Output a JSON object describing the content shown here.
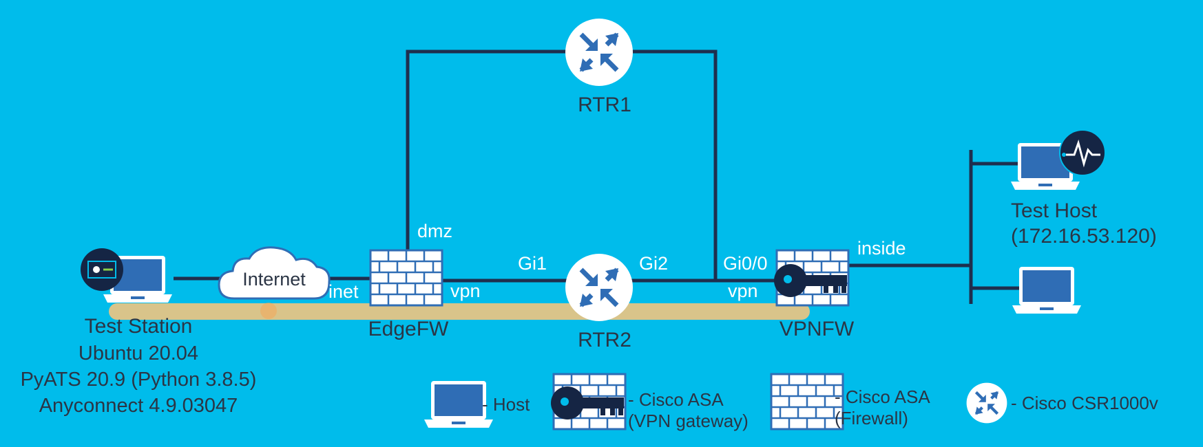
{
  "nodes": {
    "rtr1": {
      "name": "RTR1"
    },
    "rtr2": {
      "name": "RTR2"
    },
    "edgefw": {
      "name": "EdgeFW"
    },
    "vpnfw": {
      "name": "VPNFW"
    },
    "internet": {
      "name": "Internet"
    },
    "test_station": {
      "name": "Test Station",
      "details": [
        "Ubuntu 20.04",
        "PyATS 20.9 (Python 3.8.5)",
        "Anyconnect 4.9.03047"
      ]
    },
    "test_host": {
      "name": "Test Host",
      "ip": "(172.16.53.120)"
    }
  },
  "interfaces": {
    "dmz": "dmz",
    "inet": "inet",
    "edge_vpn": "vpn",
    "gi1": "Gi1",
    "gi2": "Gi2",
    "gi0_0": "Gi0/0",
    "vpnfw_vpn": "vpn",
    "inside": "inside"
  },
  "legend": {
    "host": "- Host",
    "asa_vpn_line1": "- Cisco ASA",
    "asa_vpn_line2": "(VPN gateway)",
    "asa_fw_line1": "- Cisco ASA",
    "asa_fw_line2": "(Firewall)",
    "csr": "- Cisco CSR1000v"
  },
  "colors": {
    "background": "#00bceb",
    "link": "#1e2f4e",
    "device_blue": "#2f6db5",
    "tunnel": "#d9c48a"
  },
  "icons": [
    "laptop-icon",
    "router-icon",
    "firewall-icon",
    "vpn-key-icon",
    "cloud-icon",
    "test-station-badge-icon",
    "monitor-badge-icon"
  ]
}
